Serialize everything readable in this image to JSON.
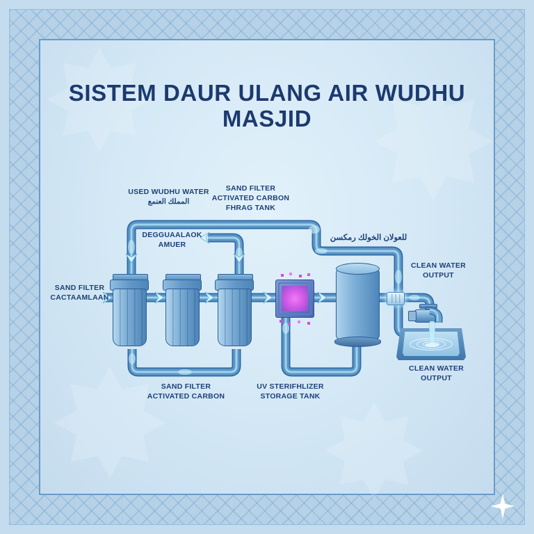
{
  "title": {
    "text": "SISTEM DAUR ULANG AIR WUDHU\nMASJID"
  },
  "labels": {
    "used_wudhu_water": "USED WUDHU WATER\nالمملك العنمع",
    "pretreatment_tank": "SAND FILTER\nACTIVATED CARBON\nFHRAG TANK",
    "degguaalaok": "DEGGUAALAOK\nAMUER",
    "inlet": "SAND FILTER\nCACTAAMLAAN",
    "tank_arabic": "للعولان الخولك رمكسن",
    "clean_water_top": "CLEAN WATER\nOUTPUT",
    "filters_bottom": "SAND FILTER\nACTIVATED CARBON",
    "uv_storage": "UV STERIFHLIZER\nSTORAGE TANK",
    "clean_water_bottom": "CLEAN WATER\nOUTPUT"
  },
  "components": [
    "filter-cartridge-1",
    "filter-cartridge-2",
    "filter-cartridge-3",
    "uv-sterilizer-box",
    "storage-tank",
    "valve",
    "faucet",
    "wudhu-basin",
    "sparkle-icon"
  ],
  "colors": {
    "background": "#c4dcee",
    "band": "#b7d2e7",
    "panel_border": "#689bc9",
    "title_text": "#1c3a6e",
    "label_text": "#1e4078",
    "pipe": "#5e97c6",
    "pipe_outline": "#2e6ba5",
    "pipe_highlight": "#a6d8f0",
    "arrow_fill": "#d9f4fd",
    "uv_glow": "#d45ae8",
    "water": "#c6ecfa"
  }
}
